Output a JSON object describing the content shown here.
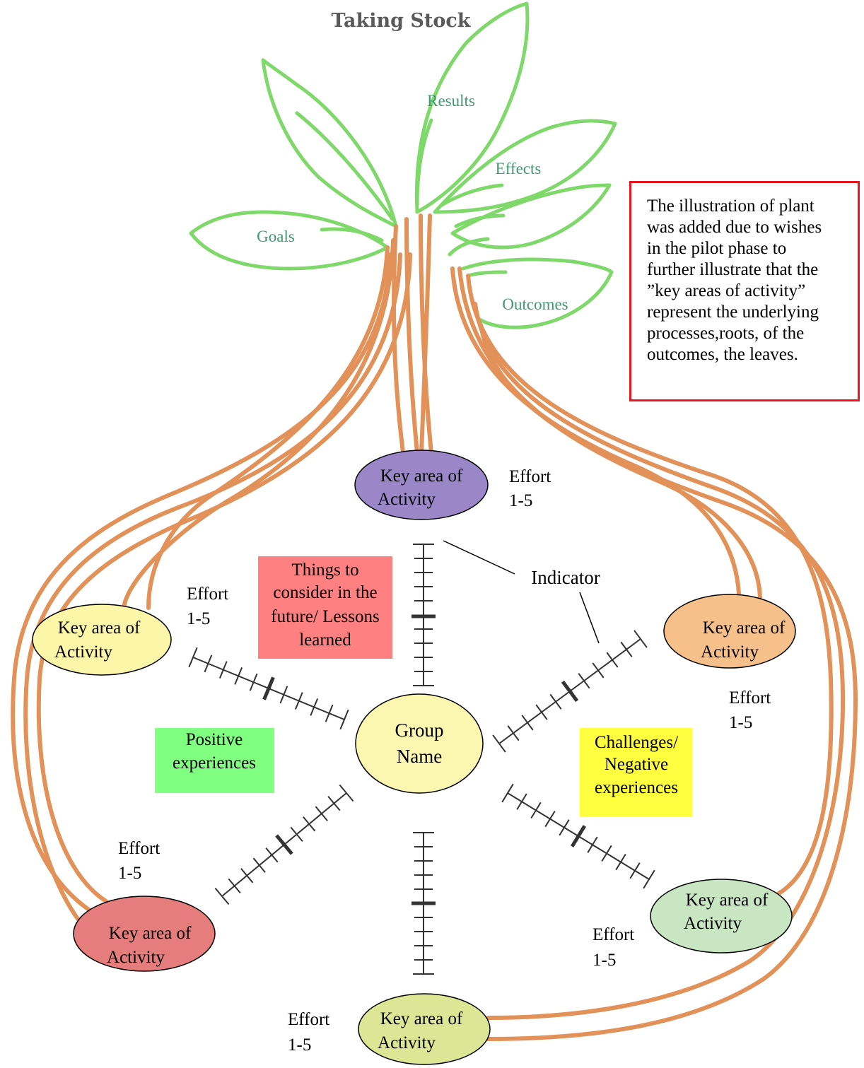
{
  "title": "Taking Stock",
  "leaves": {
    "results": "Results",
    "effects": "Effects",
    "goals": "Goals",
    "outcomes": "Outcomes"
  },
  "note": {
    "lines": [
      "The illustration of plant",
      "was added due to wishes",
      "in the pilot phase to",
      "further illustrate that the",
      "”key areas of activity”",
      "represent the underlying",
      "processes,roots, of the",
      "outcomes, the leaves."
    ],
    "border_color": "#e8171f"
  },
  "center": {
    "line1": "Group",
    "line2": "Name",
    "color": "#fbf6b0"
  },
  "indicator_label": "Indicator",
  "activities": [
    {
      "id": "top",
      "line1": "Key area of",
      "line2": "Activity",
      "color": "#9b86c8",
      "effort1": "Effort",
      "effort2": "1-5"
    },
    {
      "id": "upper-left",
      "line1": "Key area of",
      "line2": "Activity",
      "color": "#fbf6a8",
      "effort1": "Effort",
      "effort2": "1-5"
    },
    {
      "id": "upper-right",
      "line1": "Key area of",
      "line2": "Activity",
      "color": "#f5c08a",
      "effort1": "Effort",
      "effort2": "1-5"
    },
    {
      "id": "lower-left",
      "line1": "Key area of",
      "line2": "Activity",
      "color": "#e47d7b",
      "effort1": "Effort",
      "effort2": "1-5"
    },
    {
      "id": "lower-right",
      "line1": "Key area of",
      "line2": "Activity",
      "color": "#c7e6c1",
      "effort1": "Effort",
      "effort2": "1-5"
    },
    {
      "id": "bottom",
      "line1": "Key area of",
      "line2": "Activity",
      "color": "#dbe794",
      "effort1": "Effort",
      "effort2": "1-5"
    }
  ],
  "boxes": {
    "lessons": {
      "lines": [
        "Things to",
        "consider in the",
        "future/ Lessons",
        "learned"
      ],
      "color": "#ff8080"
    },
    "positive": {
      "lines": [
        "Positive",
        "experiences"
      ],
      "color": "#80ff80"
    },
    "challenges": {
      "lines": [
        "Challenges/",
        "Negative",
        "experiences"
      ],
      "color": "#ffff40"
    }
  },
  "colors": {
    "leaf": "#7fd86a",
    "root": "#e29259",
    "scale": "#333333"
  }
}
